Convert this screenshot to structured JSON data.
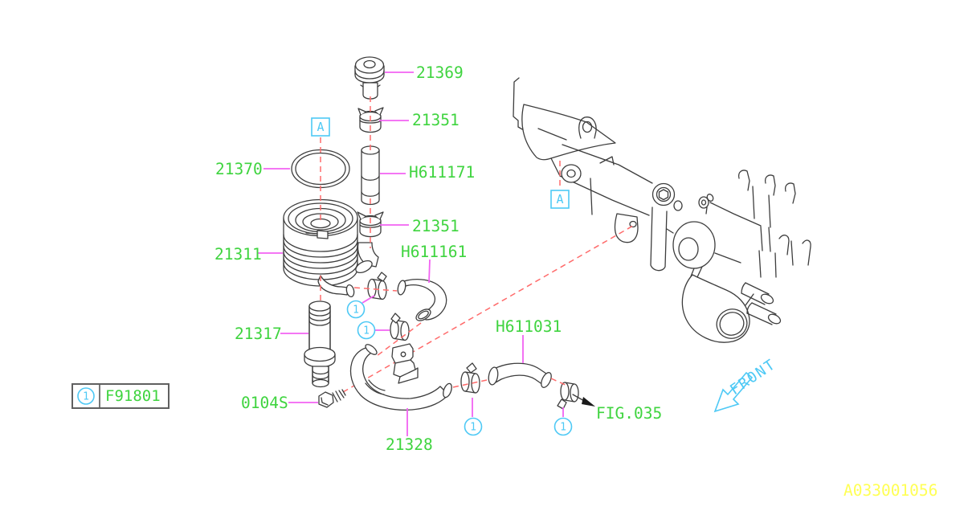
{
  "diagram": {
    "type": "exploded-parts-diagram",
    "subject": "engine oil cooler and water hose assembly",
    "figure_code": "A033001056",
    "front_label": "FRONT",
    "fig_ref": "FIG.035"
  },
  "labels": {
    "l21369": "21369",
    "l21351_top": "21351",
    "lH611171": "H611171",
    "l21370": "21370",
    "l21351_mid": "21351",
    "l21311": "21311",
    "lH611161": "H611161",
    "l21317": "21317",
    "l0104S": "0104S",
    "l21328": "21328",
    "lH611031": "H611031",
    "lfig035": "FIG.035"
  },
  "callouts": {
    "a": "A",
    "one": "1"
  },
  "legend": {
    "ref": "1",
    "part": "F91801"
  },
  "front": "FRONT",
  "watermark": "A033001056",
  "colors": {
    "label_green": "#3fd43f",
    "leader_magenta": "#f263f2",
    "centerline_red": "#ff6b6b",
    "callout_cyan": "#4ec9f5",
    "watermark_yellow": "#ffff55",
    "line_art": "#3d3d3d"
  }
}
